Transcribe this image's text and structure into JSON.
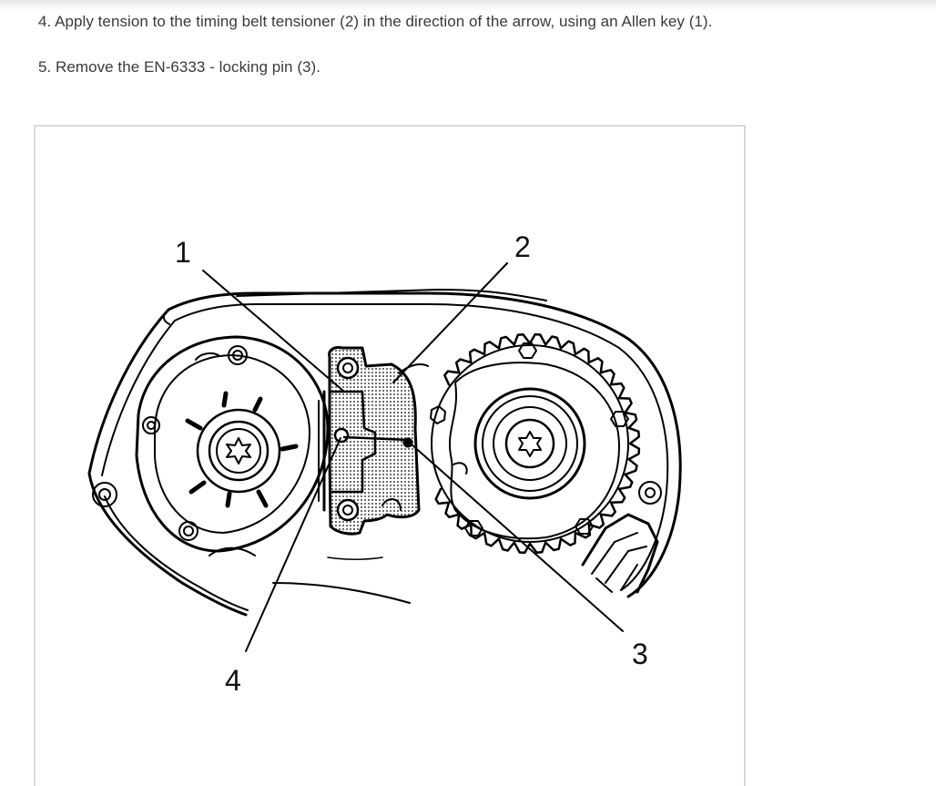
{
  "instructions": {
    "step4": "4. Apply tension to the timing belt tensioner (2) in the direction of the arrow, using an Allen key (1).",
    "step5": "5. Remove the EN-6333 - locking pin (3)."
  },
  "figure": {
    "callouts": [
      "1",
      "2",
      "3",
      "4"
    ]
  }
}
